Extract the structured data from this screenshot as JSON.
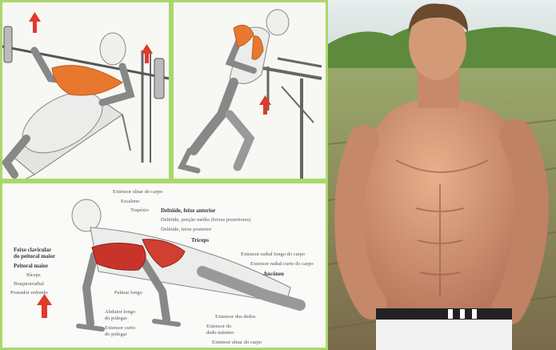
{
  "colors": {
    "frame": "#a9d86a",
    "muscle": "#e8782e",
    "arrow": "#e03a2a",
    "sky": "#dfe8e6",
    "grass": "#8fa85a",
    "skin": "#d89b78"
  },
  "labels": {
    "extensor_ulnar": "Extensor ulnar do carpo",
    "escaleno": "Escaleno",
    "trapezio": "Trapézio",
    "deltoide_anterior": "Deltóide, feixe anterior",
    "deltoide_medio": "Deltóide, porção média (feixes posteriores)",
    "deltoide_posterior": "Deltóide, feixe posterior",
    "triceps": "Tríceps",
    "extensor_radial_longo": "Extensor radial longo do carpo",
    "extensor_radial_curto": "Extensor radial curto do carpo",
    "anconeo": "Ancôneo",
    "feixe_clavicular_1": "Feixe clavicular",
    "feixe_clavicular_2": "do peitoral maior",
    "peitoral_maior": "Peitoral maior",
    "biceps": "Bíceps",
    "braquiorradial": "Braquiorradial",
    "pronador_redondo": "Pronador redondo",
    "palmar_longo": "Palmar longo",
    "abdutor_longo_1": "Abdutor longo",
    "abdutor_longo_2": "do polegar",
    "extensor_curto_1": "Extensor curto",
    "extensor_curto_2": "do polegar",
    "extensor_dedos": "Extensor dos dedos",
    "extensor_minimo_1": "Extensor do",
    "extensor_minimo_2": "dedo mínimo",
    "extensor_ulnar_carpo": "Extensor ulnar do carpo"
  }
}
